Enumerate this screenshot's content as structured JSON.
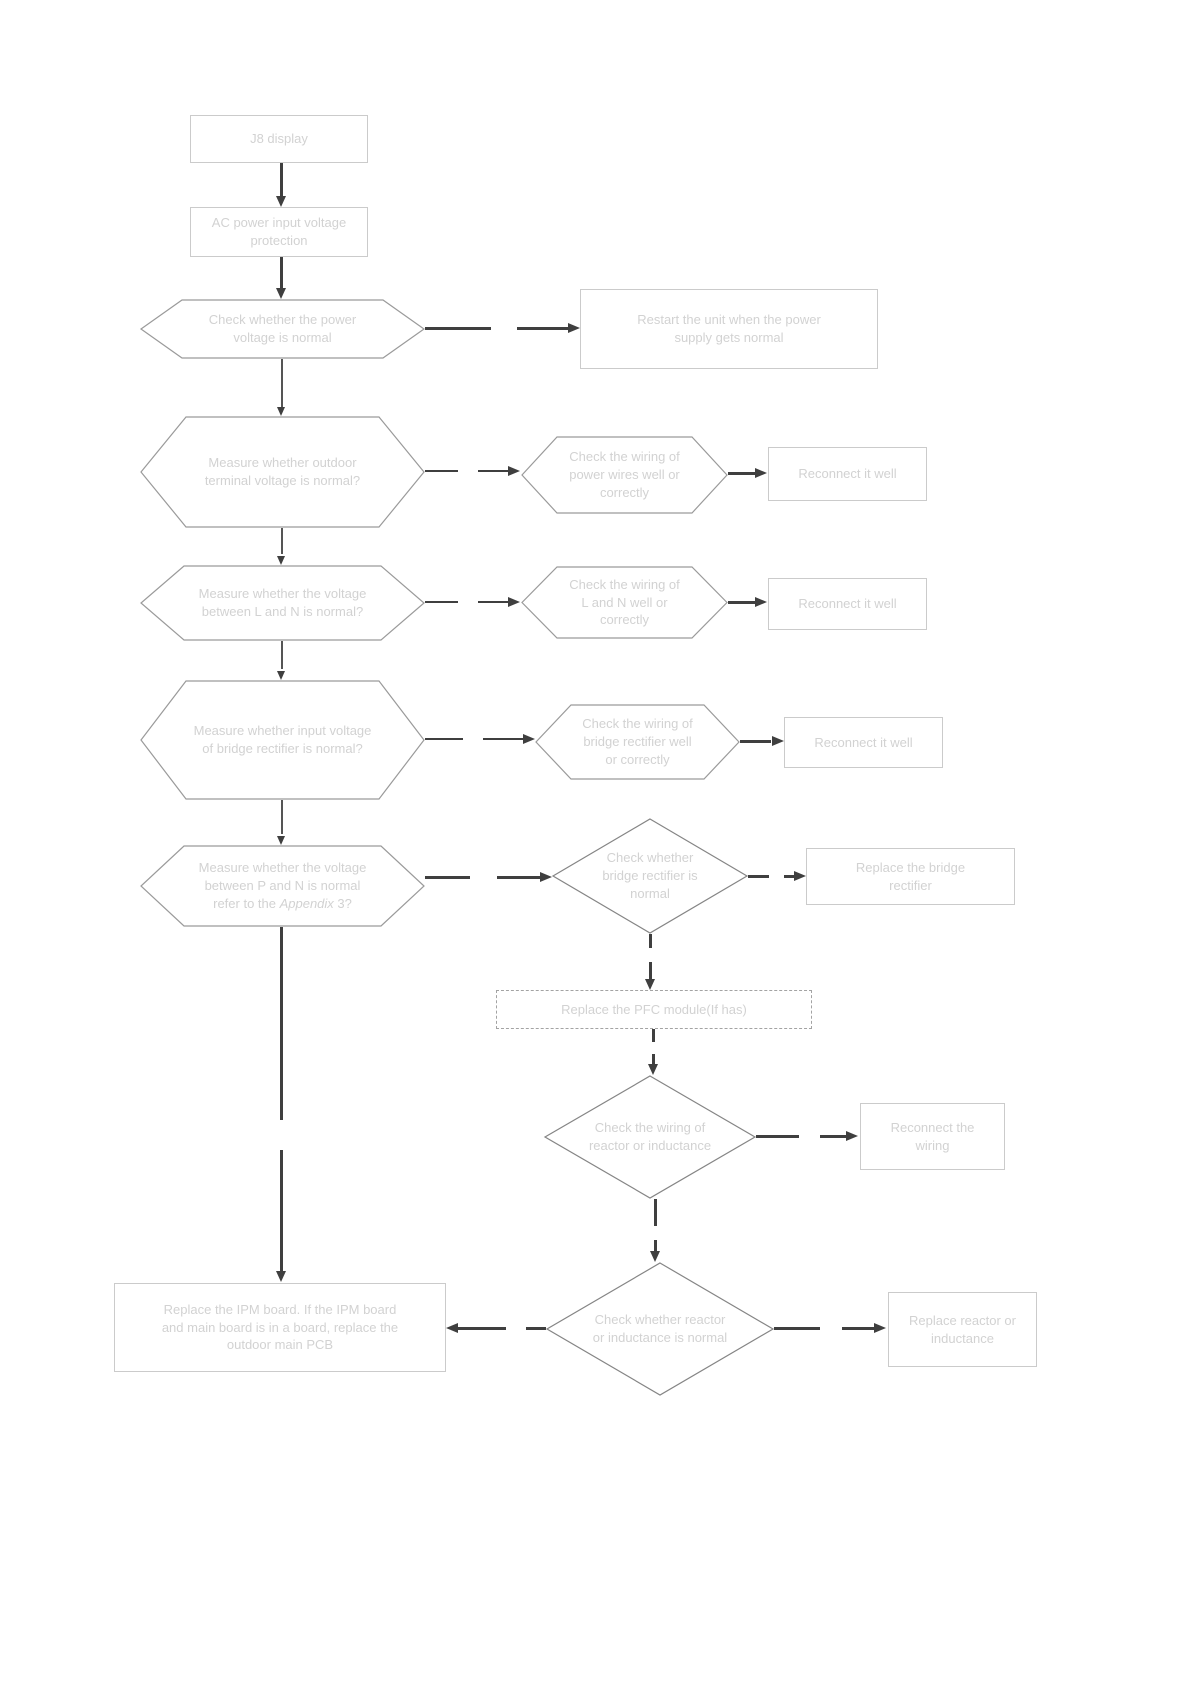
{
  "flowchart": {
    "title": "J8 display troubleshooting flowchart",
    "colors": {
      "background": "#ffffff",
      "arrow_line": "#3f3f3f",
      "hexagon_outline": "#9a9a9a",
      "diamond_outline": "#858585",
      "box_border": "#cbcbcb",
      "dashed_border": "#a3a3a3",
      "text": "#d2d2d2"
    },
    "nodes": {
      "j8_display": "J8  display",
      "ac_protection": "AC power input voltage\nprotection",
      "check_power_voltage": "Check whether the power\nvoltage is normal",
      "restart_unit": "Restart the unit when the power\nsupply gets normal",
      "measure_outdoor_terminal": "Measure whether outdoor\nterminal voltage is  normal?",
      "check_wiring_power_wires": "Check the wiring of\npower wires well or\ncorrectly",
      "reconnect_well_1": "Reconnect it well",
      "measure_l_n": "Measure whether the voltage\nbetween L and N is normal?",
      "check_wiring_l_n": "Check the wiring of\nL and N well or\ncorrectly",
      "reconnect_well_2": "Reconnect it well",
      "measure_bridge_input": "Measure whether input voltage\nof bridge rectifier is normal?",
      "check_wiring_bridge": "Check the wiring of\nbridge rectifier well\nor correctly",
      "reconnect_well_3": "Reconnect it well",
      "measure_p_n": {
        "lines12": "Measure whether the voltage\nbetween P and N is normal",
        "prefix": "refer to the ",
        "italic": "Appendix",
        "suffix": " 3?"
      },
      "check_bridge_rectifier": "Check whether\nbridge rectifier is\nnormal",
      "replace_bridge": "Replace the bridge\nrectifier",
      "replace_pfc": "Replace the PFC module(If has)",
      "check_wiring_reactor": "Check the wiring of\nreactor or inductance",
      "reconnect_wiring": "Reconnect the\nwiring",
      "check_reactor_normal": "Check whether reactor\nor inductance is normal",
      "replace_reactor": "Replace reactor or\ninductance",
      "replace_ipm": "Replace the IPM board. If the IPM board\nand main board is in a board, replace the\noutdoor main PCB"
    }
  }
}
